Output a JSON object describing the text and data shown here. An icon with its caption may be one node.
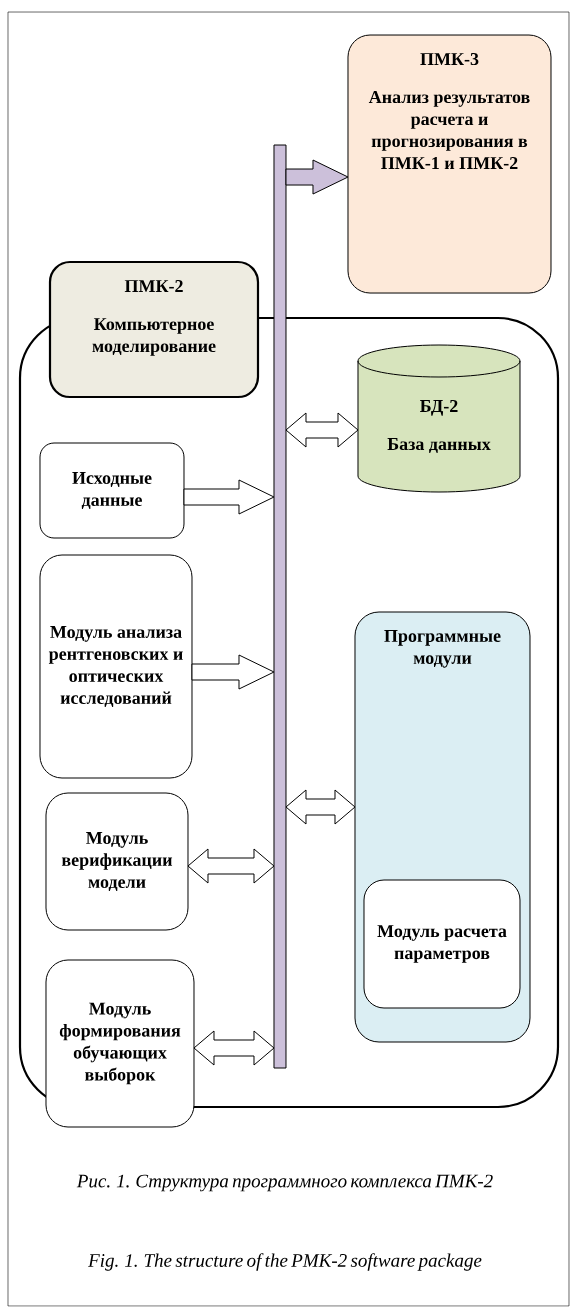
{
  "diagram": {
    "caption": "Рис. 1. Структура программного комплекса ПМК-2",
    "nodes": [
      {
        "text": [
          "ПМК-3",
          "Анализ результатов расчета и прогнозирования в ПМК-1 и ПМК-2"
        ]
      },
      {
        "text": [],
        "shape": "box"
      },
      {
        "text": [
          "ПМК-2",
          "Компьютерное моделирование"
        ]
      },
      {
        "text": [],
        "shape": "bar"
      },
      {
        "text": [
          "БД-2",
          "База данных"
        ],
        "in": 1
      },
      {
        "text": [
          "Исходные данные"
        ],
        "in": 1
      },
      {
        "text": [
          "Модуль анализа рентгеновских и оптических исследований"
        ],
        "in": 1
      },
      {
        "text": [
          "Программные модули"
        ],
        "in": 1
      },
      {
        "text": [
          "Модуль расчета параметров"
        ],
        "in": 7
      },
      {
        "text": [
          "Модуль верификации модели"
        ],
        "in": 1
      },
      {
        "text": [
          "Модуль формирования обучающих выборок"
        ]
      }
    ],
    "edges": [
      {
        "from": 3,
        "to": 0,
        "arrow": "to",
        "color": "#ccc0da"
      },
      {
        "from": 3,
        "to": 4,
        "arrow": "both"
      },
      {
        "from": 5,
        "to": 3,
        "arrow": "to"
      },
      {
        "from": 6,
        "to": 3,
        "arrow": "to"
      },
      {
        "from": 3,
        "to": 7,
        "arrow": "both"
      },
      {
        "from": 9,
        "to": 3,
        "arrow": "both"
      },
      {
        "from": 10,
        "to": 3,
        "arrow": "both"
      }
    ],
    "labels": [
      "Fig. 1. The structure of the PMK-2 software package"
    ]
  }
}
